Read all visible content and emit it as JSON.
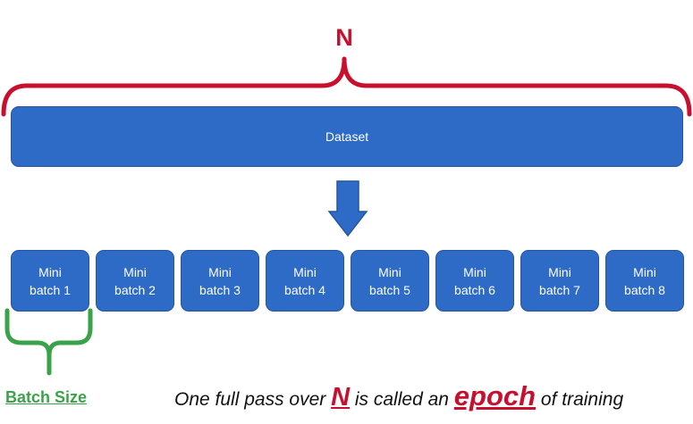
{
  "total_label": "N",
  "dataset": {
    "label": "Dataset"
  },
  "mini_batches": [
    {
      "line1": "Mini",
      "line2": "batch 1"
    },
    {
      "line1": "Mini",
      "line2": "batch 2"
    },
    {
      "line1": "Mini",
      "line2": "batch 3"
    },
    {
      "line1": "Mini",
      "line2": "batch 4"
    },
    {
      "line1": "Mini",
      "line2": "batch 5"
    },
    {
      "line1": "Mini",
      "line2": "batch 6"
    },
    {
      "line1": "Mini",
      "line2": "batch 7"
    },
    {
      "line1": "Mini",
      "line2": "batch 8"
    }
  ],
  "batch_size_label": "Batch Size",
  "caption": {
    "part1": "One full pass over ",
    "n": "N",
    "part2": " is called an ",
    "epoch": "epoch",
    "part3": " of training"
  },
  "colors": {
    "box_fill": "#2e6bc6",
    "brace_red": "#c8102e",
    "brace_green": "#3aa34a",
    "arrow": "#2e6bc6"
  },
  "icons": {
    "top_brace": "curly-brace-horizontal",
    "down_arrow": "arrow-down",
    "bottom_brace": "curly-brace-up"
  }
}
